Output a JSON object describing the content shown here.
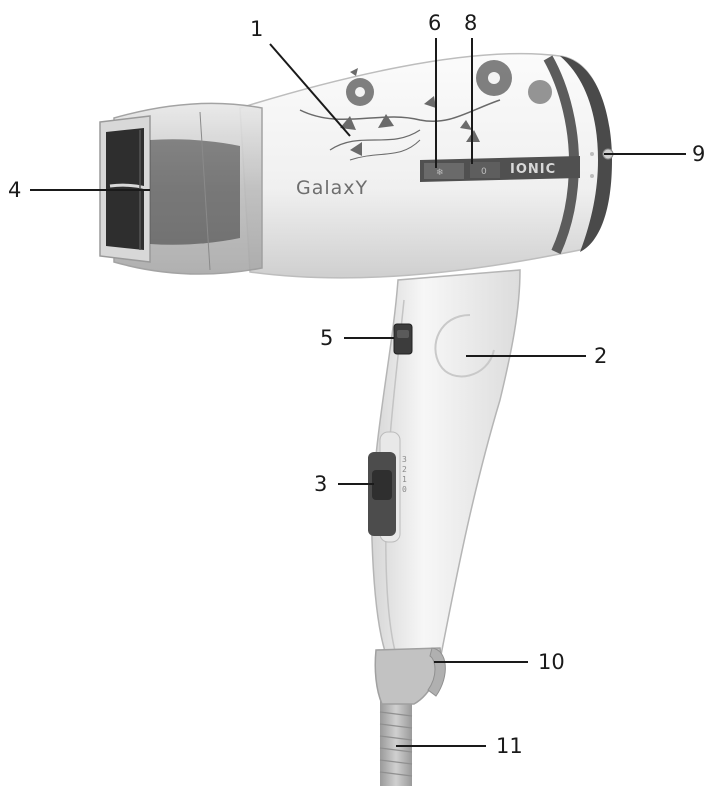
{
  "product": {
    "brand": "GalaxY",
    "panel_text": "IONIC",
    "panel_cool_symbol": "❄",
    "panel_ion_symbol": "0",
    "speed_switch_marks": [
      "3",
      "2",
      "1",
      "0"
    ]
  },
  "callouts": [
    {
      "id": "c1",
      "label": "1"
    },
    {
      "id": "c2",
      "label": "2"
    },
    {
      "id": "c3",
      "label": "3"
    },
    {
      "id": "c4",
      "label": "4"
    },
    {
      "id": "c5",
      "label": "5"
    },
    {
      "id": "c6",
      "label": "6"
    },
    {
      "id": "c8",
      "label": "8"
    },
    {
      "id": "c9",
      "label": "9"
    },
    {
      "id": "c10",
      "label": "10"
    },
    {
      "id": "c11",
      "label": "11"
    }
  ],
  "colors": {
    "body": "#f3f3f3",
    "body_shade": "#d9d9d9",
    "dark_panel": "#4a4a4a",
    "nozzle": "#3a3a3a",
    "cord": "#b8b8b8",
    "floral": "#6a6a6a"
  }
}
